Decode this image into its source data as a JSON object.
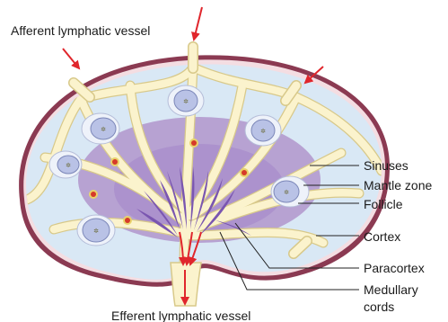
{
  "labels": {
    "afferent": "Afferent lymphatic vessel",
    "efferent": "Efferent lymphatic vessel",
    "sinuses": "Sinuses",
    "mantle_zone": "Mantle zone",
    "follicle": "Follicle",
    "cortex": "Cortex",
    "paracortex": "Paracortex",
    "medullary_line1": "Medullary",
    "medullary_line2": "cords"
  },
  "colors": {
    "capsule": "#8b3a52",
    "capsule_inner": "#f4dde2",
    "cortex": "#d9e8f5",
    "paracortex": "#b7a2d2",
    "medulla_cords": "#7a56b0",
    "sinus_vessels": "#fbf3cd",
    "vessel_outline": "#d8c98a",
    "follicle": "#b9c2e6",
    "germinal_dot": "#d63a2a",
    "arrow": "#e0262c",
    "leader_line": "#222222"
  }
}
